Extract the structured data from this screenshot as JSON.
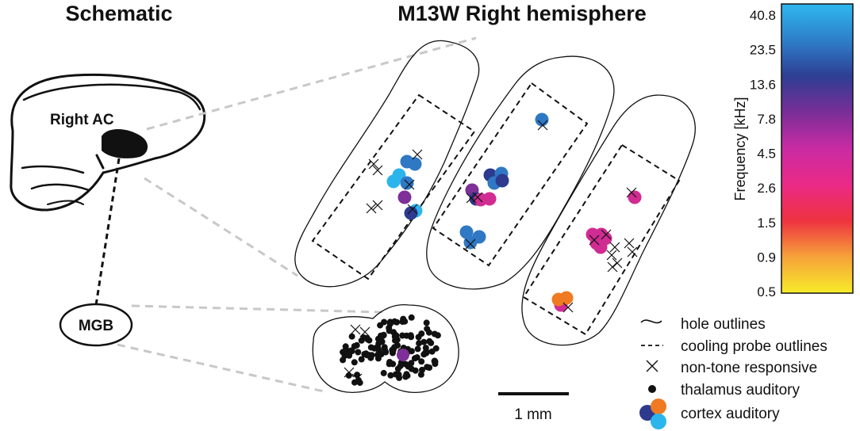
{
  "titles": {
    "schematic": "Schematic",
    "main": "M13W Right hemisphere"
  },
  "schematic": {
    "region_label": "Right AC",
    "mgb_label": "MGB"
  },
  "colorbar": {
    "axis_title": "Frequency [kHz]",
    "ticks": [
      "40.8",
      "23.5",
      "13.6",
      "7.8",
      "4.5",
      "2.6",
      "1.5",
      "0.9",
      "0.5"
    ],
    "colors": [
      "#2fb7f0",
      "#2e7fca",
      "#2e3e93",
      "#7a2e97",
      "#c92ba3",
      "#ea2a86",
      "#ee3340",
      "#f6a23a",
      "#f7ec2a"
    ]
  },
  "scale_bar": {
    "label": "1 mm"
  },
  "legend": {
    "hole": "hole outlines",
    "probe": "cooling probe outlines",
    "non_tone": "non-tone responsive",
    "thalamus": "thalamus auditory",
    "cortex": "cortex auditory"
  },
  "colors": {
    "cyan": "#2bb5ec",
    "blue": "#2f78c4",
    "navy": "#2d3a8e",
    "purple": "#7e2f98",
    "magenta": "#d02c92",
    "orange": "#f07a22",
    "black": "#111111",
    "guide_gray": "#c8c8c8"
  }
}
